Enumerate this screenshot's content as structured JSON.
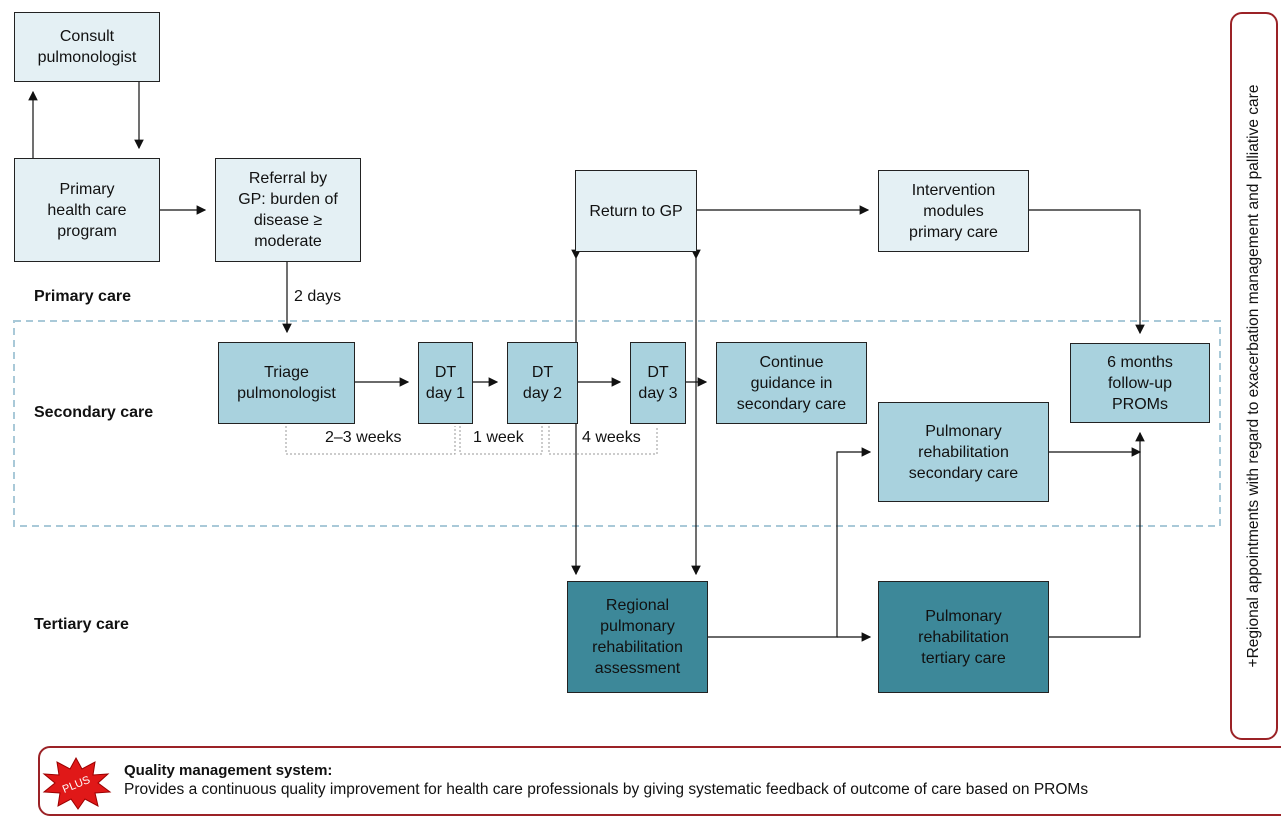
{
  "tiers": {
    "primary": "Primary care",
    "secondary": "Secondary care",
    "tertiary": "Tertiary care"
  },
  "boxes": {
    "consult": "Consult\npulmonologist",
    "primary_program": "Primary\nhealth care\nprogram",
    "referral": "Referral by\nGP: burden of\ndisease ≥\nmoderate",
    "return_gp": "Return to GP",
    "intervention": "Intervention\nmodules\nprimary care",
    "triage": "Triage\npulmonologist",
    "dt1": "DT\nday 1",
    "dt2": "DT\nday 2",
    "dt3": "DT\nday 3",
    "continue": "Continue\nguidance in\nsecondary care",
    "followup": "6 months\nfollow-up\nPROMs",
    "pr_secondary": "Pulmonary\nrehabilitation\nsecondary care",
    "regional_assessment": "Regional\npulmonary\nrehabilitation\nassessment",
    "pr_tertiary": "Pulmonary\nrehabilitation\ntertiary care"
  },
  "durations": {
    "two_days": "2 days",
    "two_three_weeks": "2–3 weeks",
    "one_week": "1 week",
    "four_weeks": "4 weeks"
  },
  "side_note": "+Regional appointments with regard to exacerbation management and palliative care",
  "quality": {
    "badge": "PLUS",
    "title": "Quality management system:",
    "text": "Provides a continuous quality improvement for health care professionals by giving systematic feedback of outcome of care based on PROMs"
  },
  "colors": {
    "light_box": "#e4f0f4",
    "mid_box": "#a9d2de",
    "dark_box": "#3d8899",
    "frame_red": "#9b2226",
    "dashed_blue": "#a9c9d8"
  }
}
